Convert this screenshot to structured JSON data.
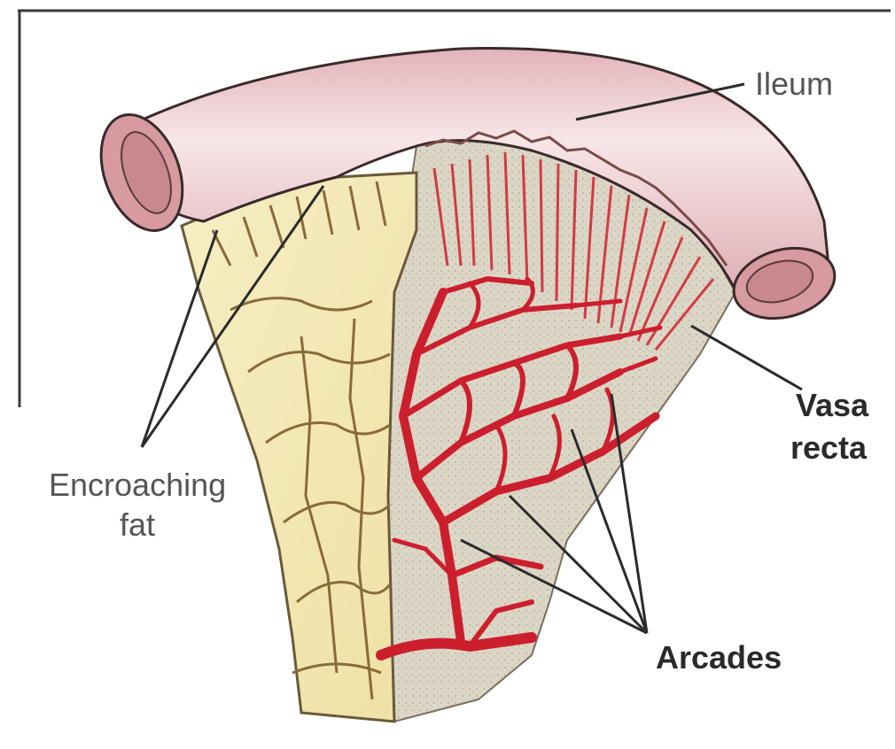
{
  "labels": {
    "ileum": "Ileum",
    "vasa_recta_line1": "Vasa",
    "vasa_recta_line2": "recta",
    "encroaching_fat_line1": "Encroaching",
    "encroaching_fat_line2": "fat",
    "arcades": "Arcades"
  },
  "colors": {
    "ileum_wall": "#e9c3c6",
    "ileum_highlight": "#f7e6e8",
    "fat": "#f2e7b0",
    "mesentery": "#d9d2c2",
    "vessel": "#cc1f2e",
    "outline": "#3a2a2a"
  }
}
